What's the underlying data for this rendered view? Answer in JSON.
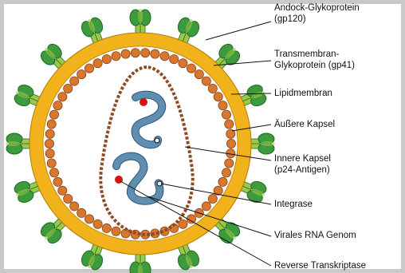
{
  "colors": {
    "frame": "#c9c9c9",
    "envelope": "#f2b21c",
    "envelope_edge": "#b07a08",
    "inner_fill": "#ffffff",
    "bead": "#d9772e",
    "bead_edge": "#8a4414",
    "capsid": "#8f4a26",
    "capsid_edge": "#5a2a10",
    "rna": "#5f8fb0",
    "rna_edge": "#2e5676",
    "rt_dot": "#d11414",
    "stalk": "#9dc84a",
    "knob": "#3d9a3d",
    "knob_dark": "#1e6a24",
    "leader": "#111111"
  },
  "labels": {
    "gp120_line1": "Andock-Glykoprotein",
    "gp120_line2": "(gp120)",
    "gp41_line1": "Transmembran-",
    "gp41_line2": "Glykoprotein (gp41)",
    "lipid": "Lipidmembran",
    "outer_capsid": "Äußere Kapsel",
    "inner_capsid_line1": "Innere Kapsel",
    "inner_capsid_line2": "(p24-Antigen)",
    "integrase": "Integrase",
    "rna": "Virales RNA Genom",
    "rt": "Reverse Transkriptase"
  }
}
